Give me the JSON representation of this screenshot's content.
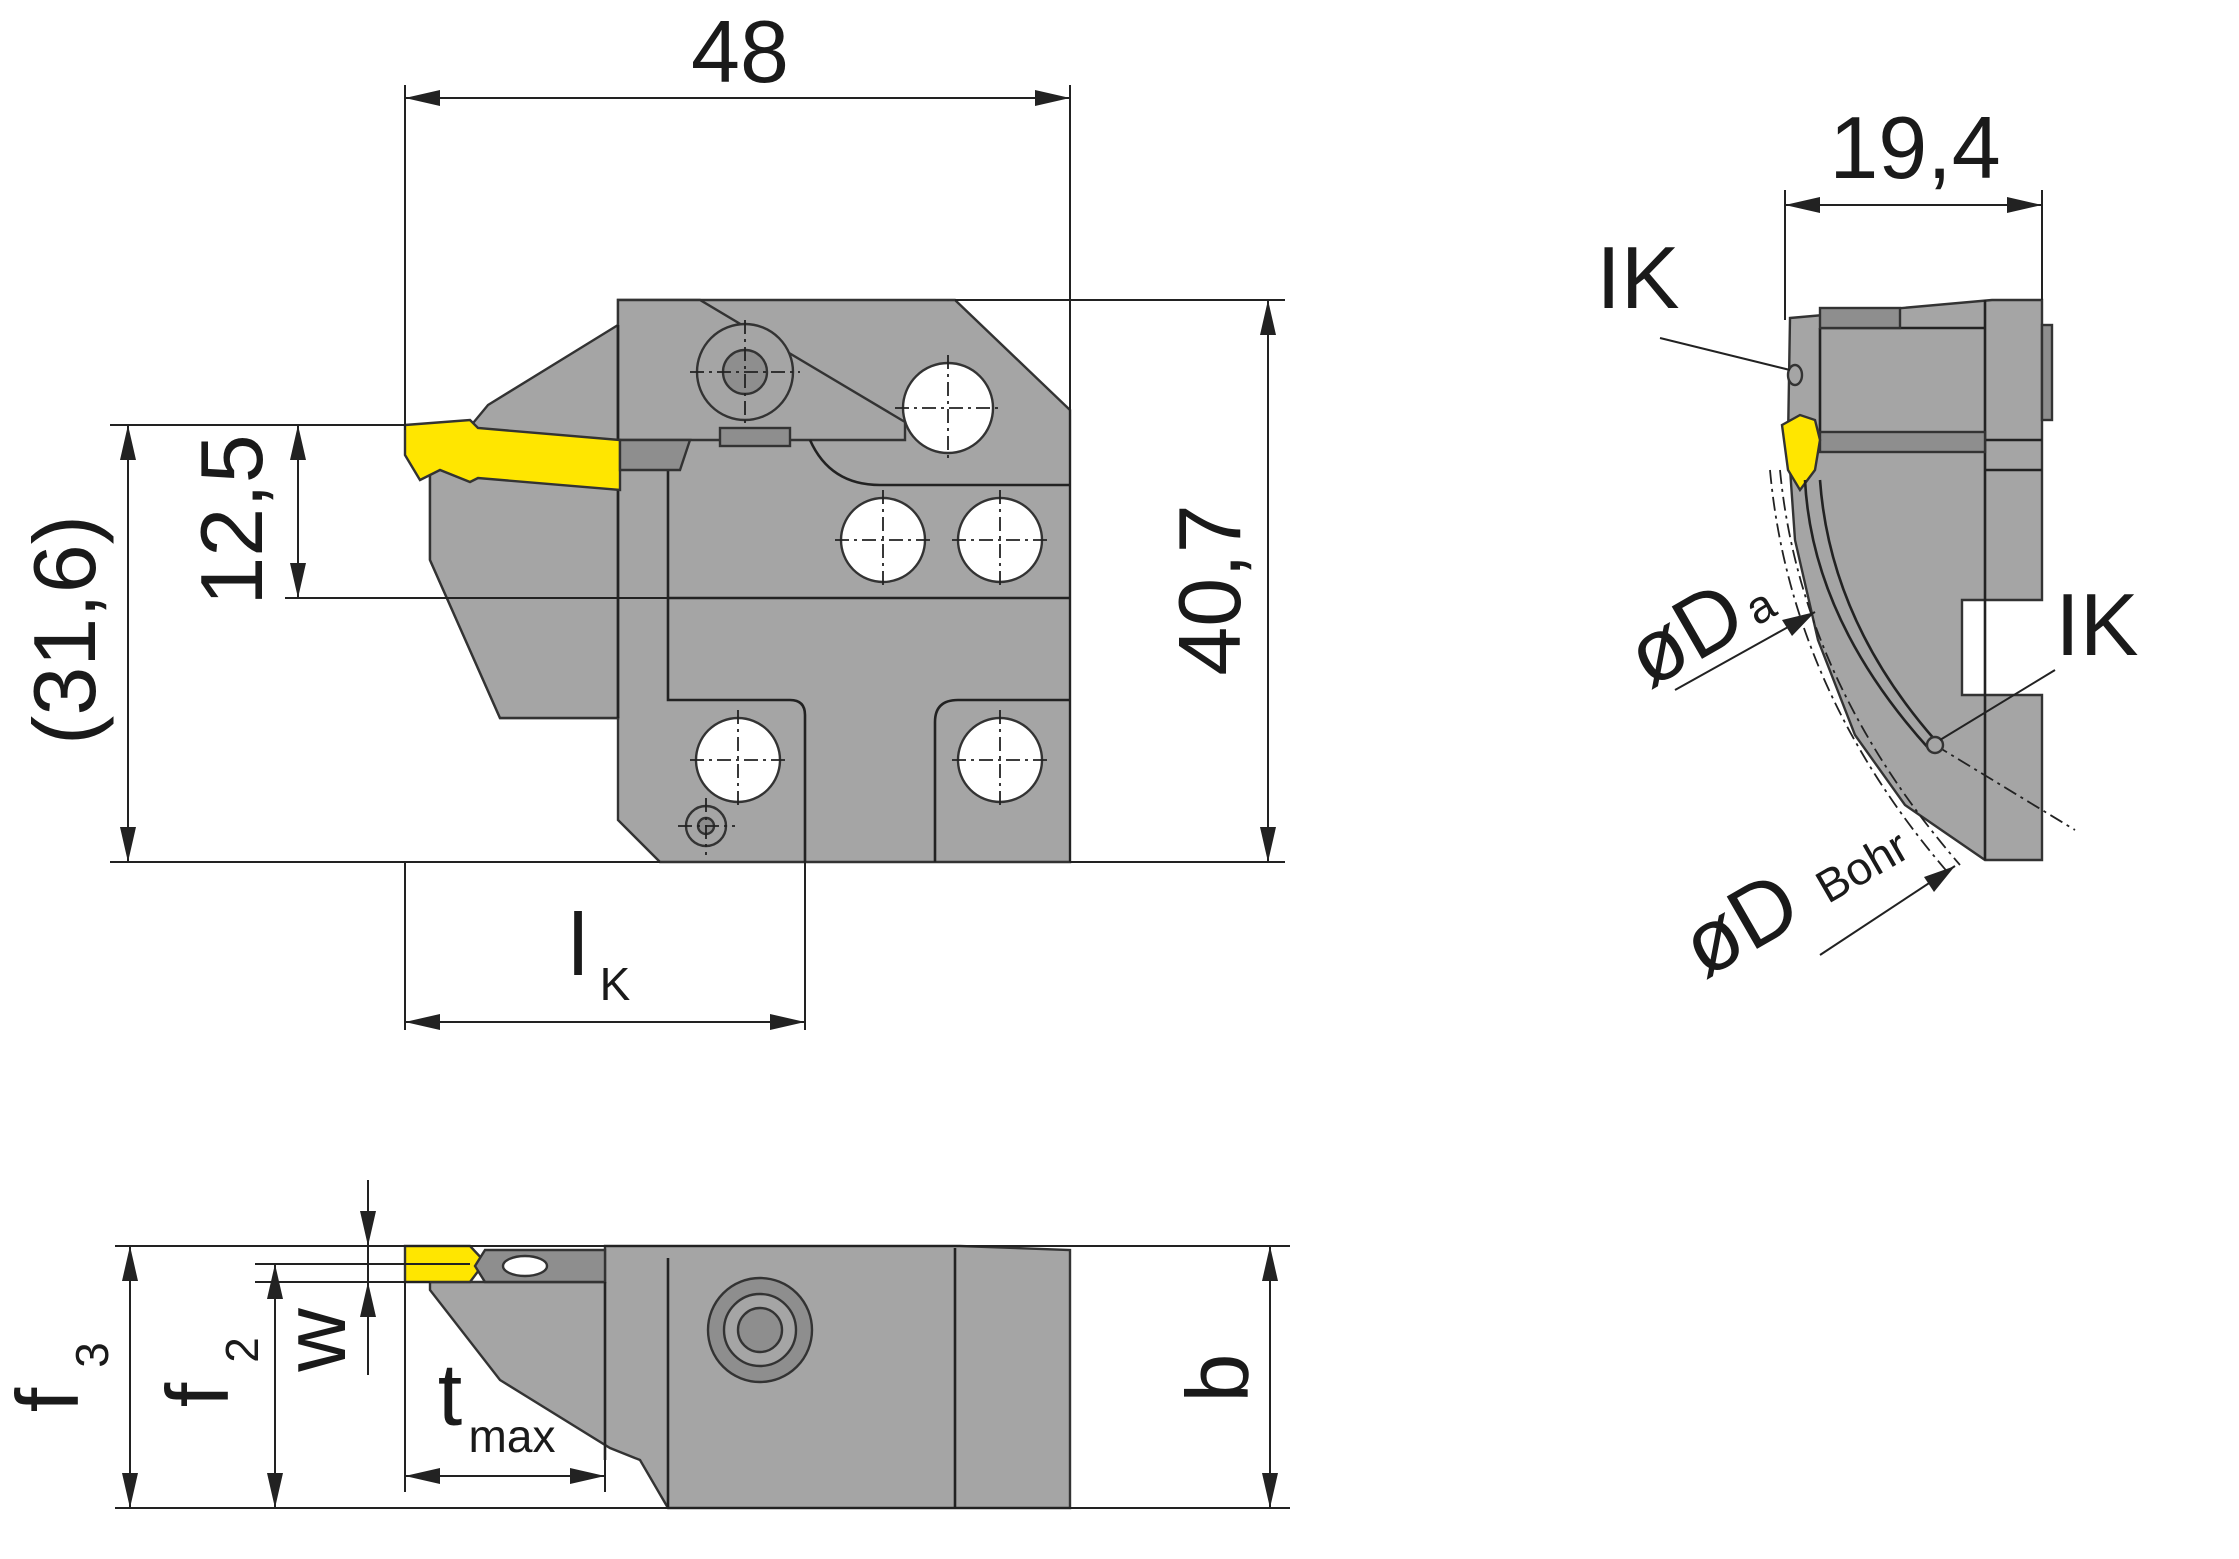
{
  "dimensions": {
    "width_top": "48",
    "height_total": "40,7",
    "height_paren": "(31,6)",
    "insert_height": "12,5",
    "lk_main": "l",
    "lk_sub": "K",
    "side_width": "19,4",
    "ik_top": "IK",
    "ik_bottom": "IK",
    "da_main": "øD",
    "da_sub": "a",
    "dbohr_main": "øD",
    "dbohr_sub": "Bohr",
    "f3_main": "f",
    "f3_sub": "3",
    "f2_main": "f",
    "f2_sub": "2",
    "w": "w",
    "tmax_main": "t",
    "tmax_sub": "max",
    "b": "b"
  },
  "colors": {
    "body": "#a5a5a5",
    "insert": "#ffe600",
    "lines": "#222222"
  }
}
